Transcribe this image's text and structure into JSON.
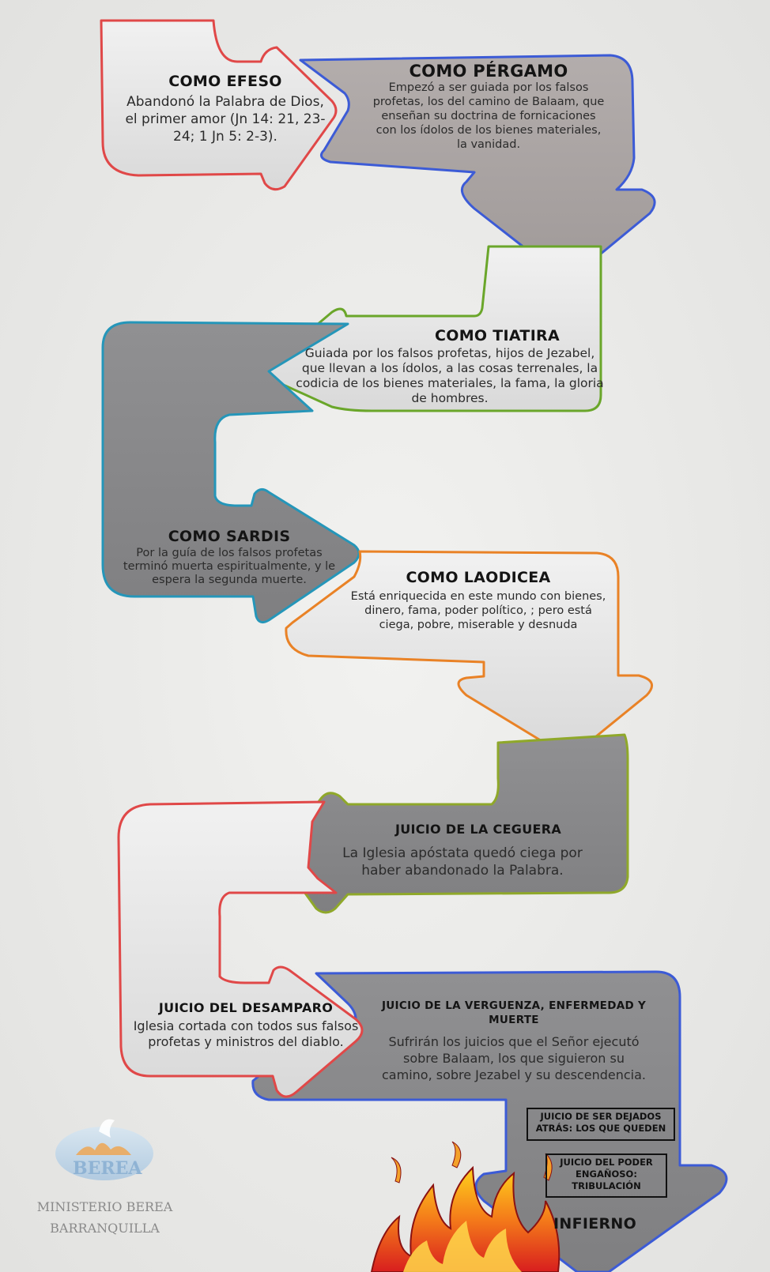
{
  "steps": {
    "efeso": {
      "title": "COMO EFESO",
      "text": "Abandonó la Palabra de Dios, el primer amor (Jn 14: 21, 23-24; 1 Jn 5: 2-3)."
    },
    "pergamo": {
      "title": "COMO PÉRGAMO",
      "text": "Empezó a ser guiada por los falsos profetas, los del camino de Balaam, que enseñan su doctrina de fornicaciones con los ídolos de los bienes materiales, la vanidad."
    },
    "tiatira": {
      "title": "COMO TIATIRA",
      "text": "Guiada por los falsos profetas, hijos de Jezabel, que llevan a los ídolos, a las cosas terrenales, la codicia de los bienes materiales, la fama, la gloria de hombres."
    },
    "sardis": {
      "title": "COMO SARDIS",
      "text": "Por la guía de los falsos profetas terminó muerta espiritualmente, y le espera la segunda muerte."
    },
    "laodicea": {
      "title": "COMO LAODICEA",
      "text": "Está enriquecida en este mundo con bienes, dinero, fama, poder político, ; pero está ciega, pobre, miserable y desnuda"
    },
    "ceguera": {
      "title": "JUICIO DE LA CEGUERA",
      "text": "La Iglesia apóstata quedó ciega por haber abandonado la Palabra."
    },
    "desamparo": {
      "title": "JUICIO DEL DESAMPARO",
      "text": "Iglesia cortada con todos sus falsos profetas y ministros del diablo."
    },
    "verguenza": {
      "title": "JUICIO DE LA VERGUENZA, ENFERMEDAD Y MUERTE",
      "text": "Sufrirán los juicios que el Señor ejecutó sobre Balaam, los que siguieron su camino, sobre Jezabel y su descendencia."
    }
  },
  "boxes": {
    "dejados": "JUICIO DE SER DEJADOS ATRÁS: LOS QUE QUEDEN",
    "poder": "JUICIO DEL PODER ENGAÑOSO: TRIBULACIÓN"
  },
  "final": "INFIERNO",
  "logo": {
    "badge": "BEREA",
    "line1": "MINISTERIO BEREA",
    "line2": "BARRANQUILLA"
  },
  "colors": {
    "red": "#e04848",
    "blue": "#3c5bd6",
    "green": "#6aa62a",
    "teal": "#2596b9",
    "orange": "#e98226",
    "olive": "#8fa82a",
    "light": "#e6e6e6",
    "taupe": "#a9a3a2",
    "dark": "#8b8b8d"
  }
}
